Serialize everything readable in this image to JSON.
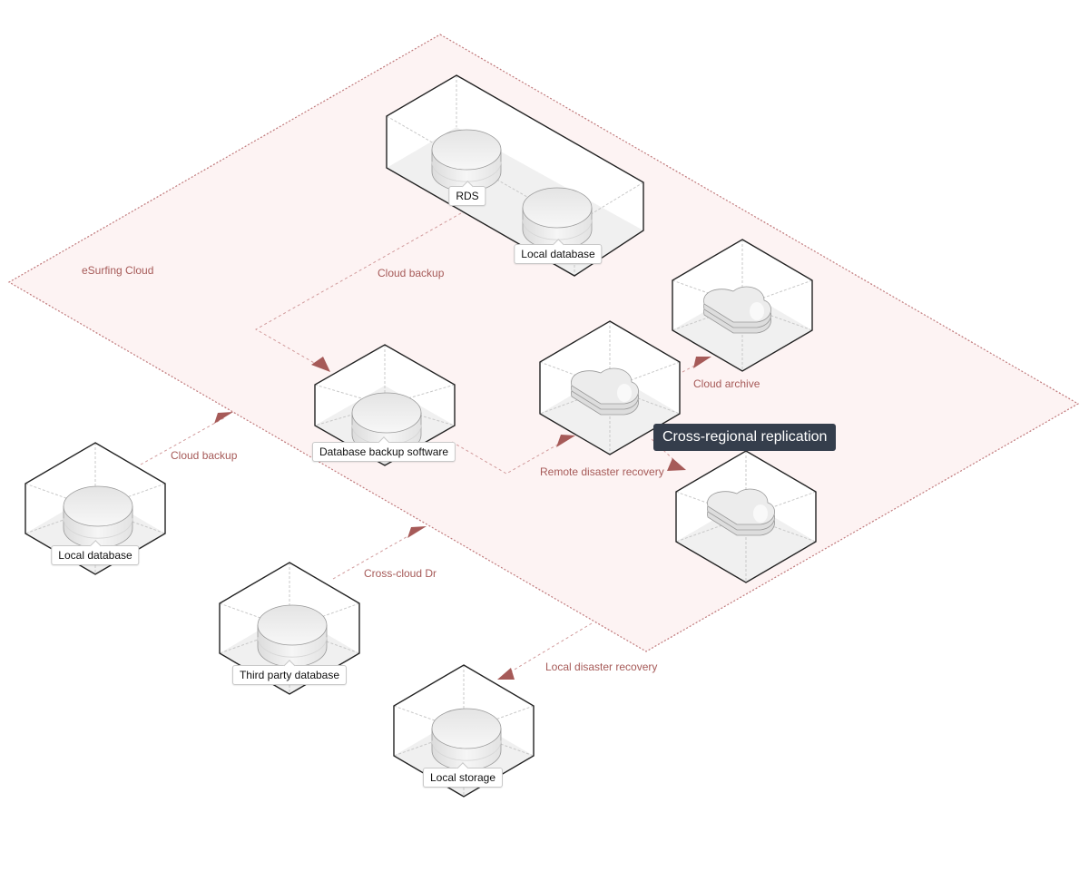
{
  "diagram": {
    "region": {
      "label": "eSurfing Cloud",
      "fill": "#fdf3f3",
      "stroke": "#c0797b"
    },
    "colors": {
      "arrow": "#a65a58",
      "box_edge": "#222222",
      "inner_edge": "#c8c8c8",
      "floor": "#f0f0f0"
    },
    "nodes": {
      "rds": {
        "label": "RDS",
        "icon": "database-icon"
      },
      "cloud_local_db": {
        "label": "Local database",
        "icon": "database-icon"
      },
      "backup_software": {
        "label": "Database backup software",
        "icon": "database-icon"
      },
      "remote_cloud": {
        "label": "",
        "icon": "cloud-storage-icon"
      },
      "archive_cloud": {
        "label": "",
        "icon": "cloud-storage-icon"
      },
      "replica_cloud": {
        "label": "",
        "icon": "cloud-storage-icon"
      },
      "local_db": {
        "label": "Local database",
        "icon": "database-icon"
      },
      "third_party_db": {
        "label": "Third party database",
        "icon": "database-icon"
      },
      "local_storage": {
        "label": "Local storage",
        "icon": "database-icon"
      }
    },
    "flows": {
      "cloud_backup_top": "Cloud backup",
      "cloud_backup_left": "Cloud backup",
      "cloud_archive": "Cloud archive",
      "remote_dr": "Remote disaster recovery",
      "cross_cloud_dr": "Cross-cloud Dr",
      "local_dr": "Local disaster recovery"
    },
    "tooltip": "Cross-regional replication"
  }
}
